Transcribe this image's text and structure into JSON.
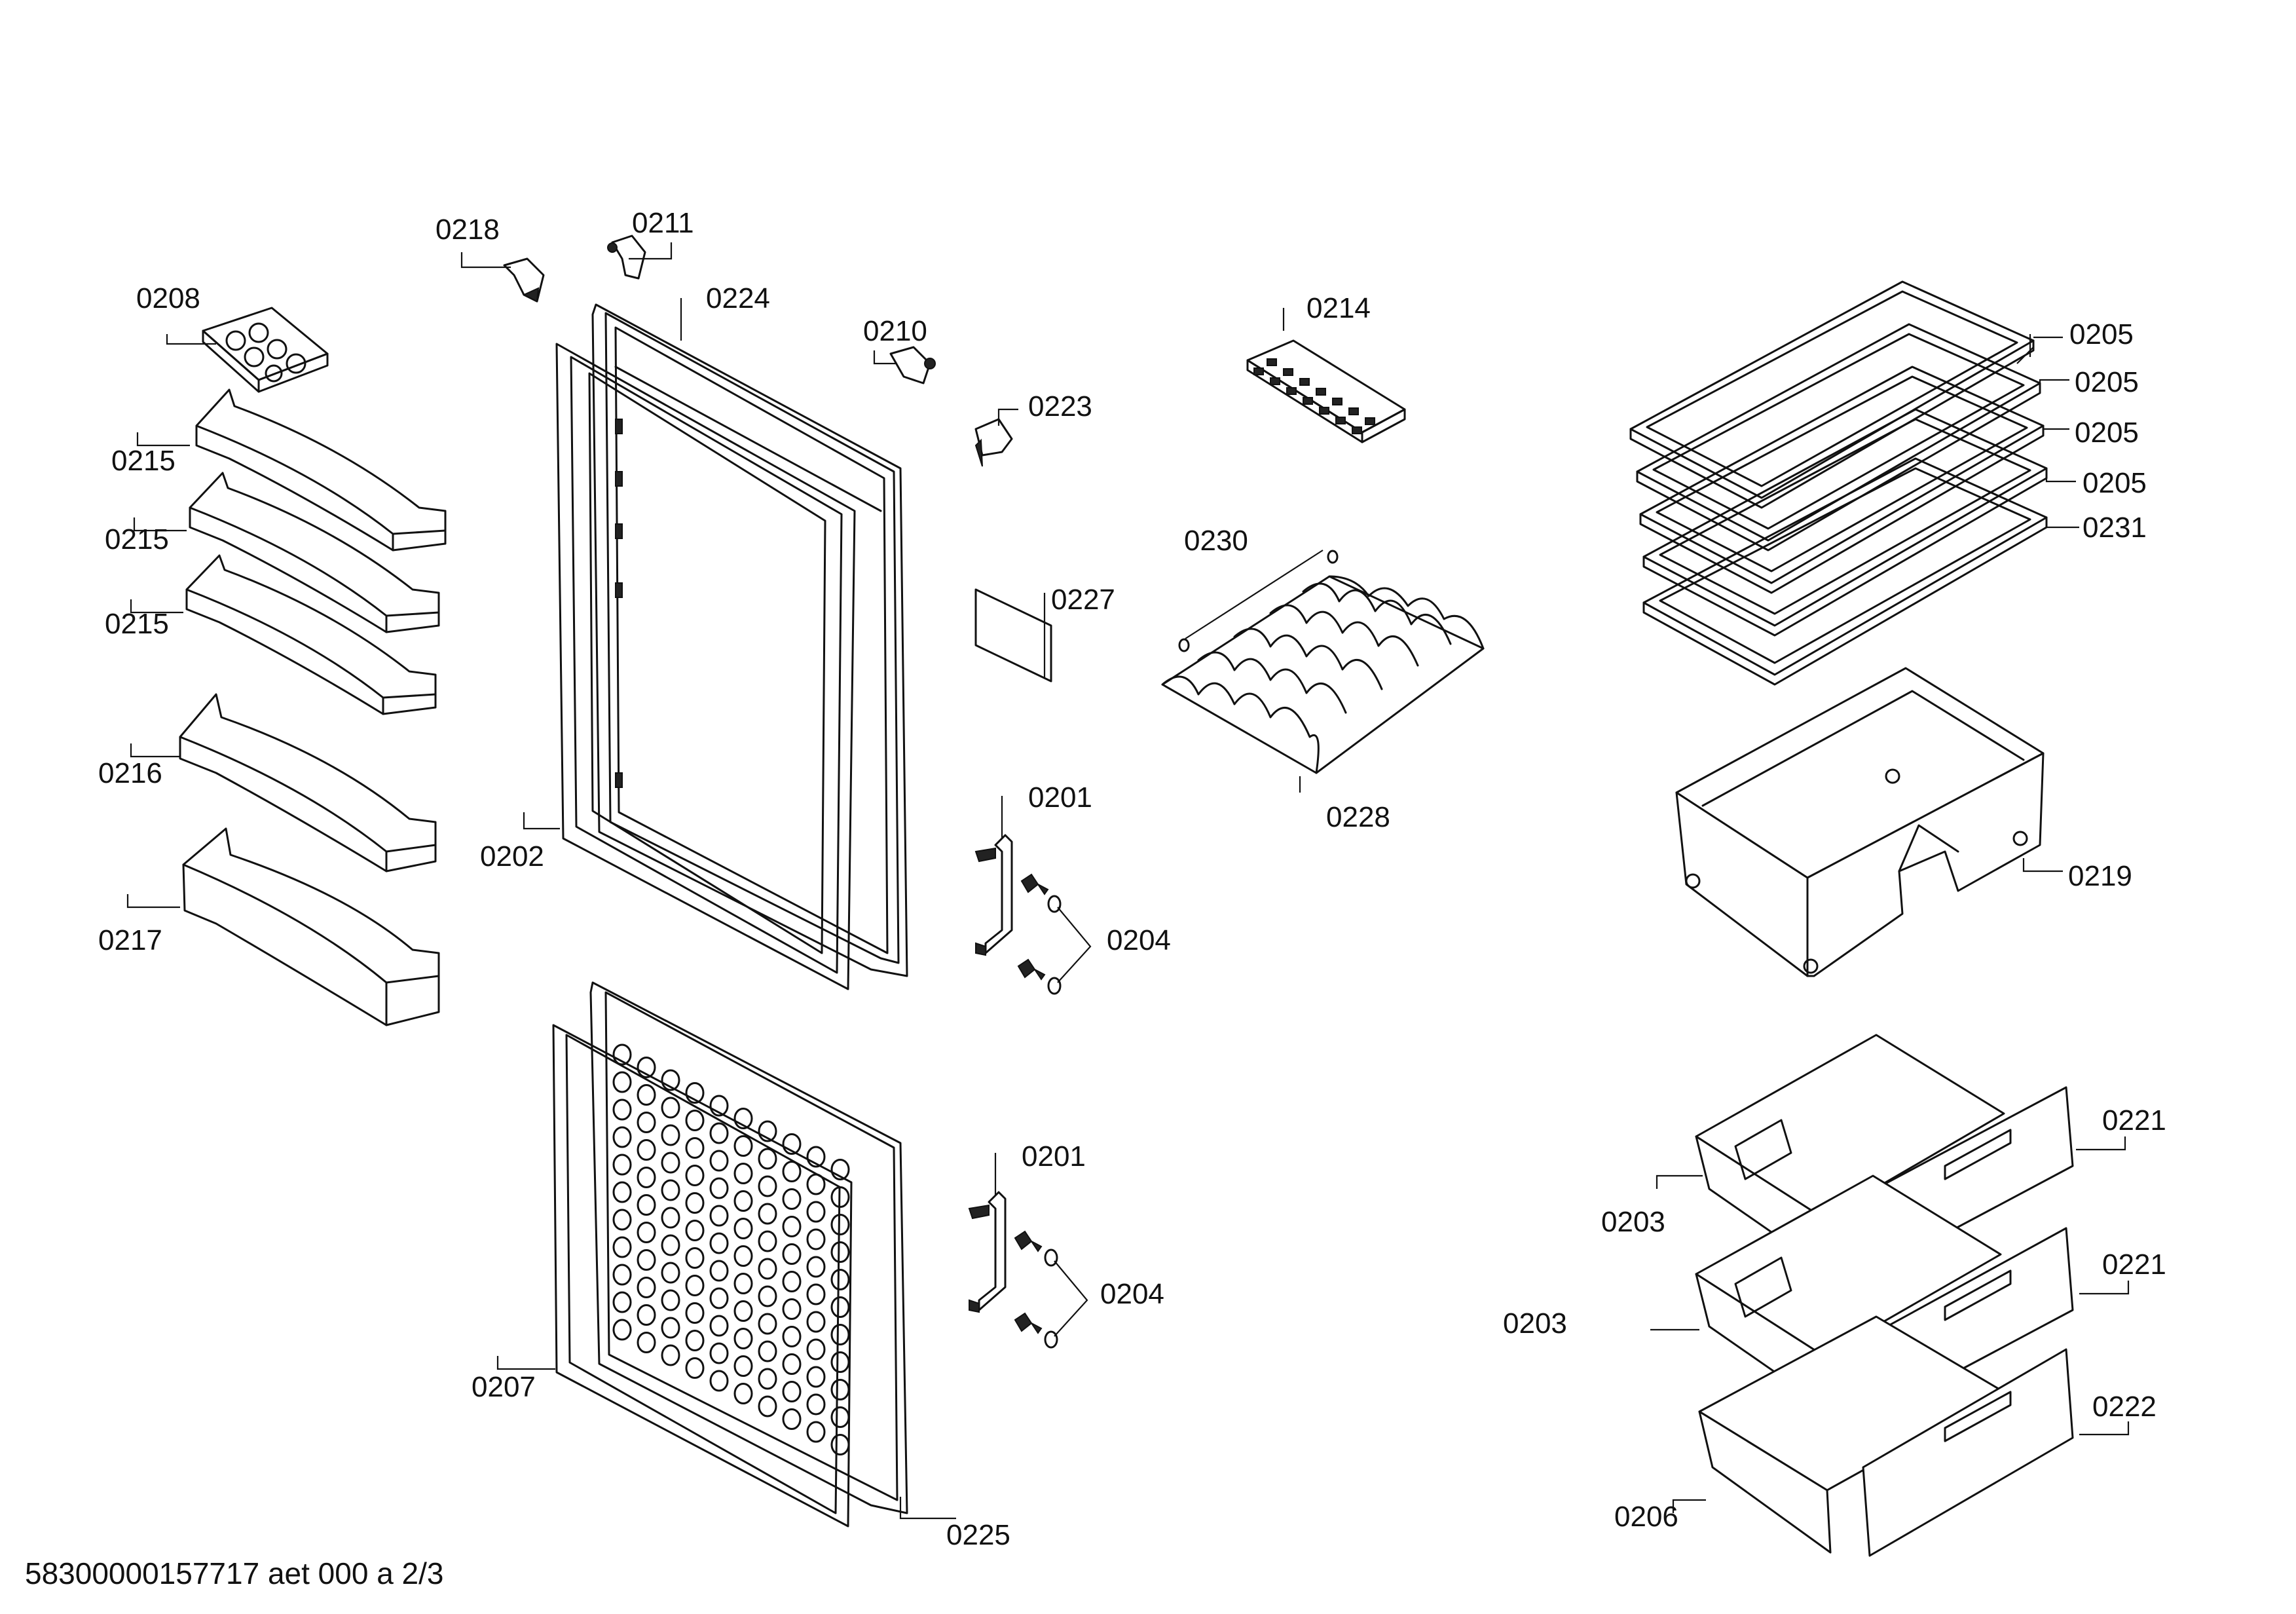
{
  "footer": {
    "document_id": "58300000157717 aet 000 a 2/3"
  },
  "callouts": {
    "c0208": "0208",
    "c0218": "0218",
    "c0211": "0211",
    "c0224": "0224",
    "c0210": "0210",
    "c0223": "0223",
    "c0214": "0214",
    "c0205a": "0205",
    "c0205b": "0205",
    "c0205c": "0205",
    "c0205d": "0205",
    "c0231": "0231",
    "c0215a": "0215",
    "c0215b": "0215",
    "c0215c": "0215",
    "c0216": "0216",
    "c0217": "0217",
    "c0202": "0202",
    "c0227": "0227",
    "c0230": "0230",
    "c0228": "0228",
    "c0201a": "0201",
    "c0204a": "0204",
    "c0219": "0219",
    "c0201b": "0201",
    "c0204b": "0204",
    "c0207": "0207",
    "c0225": "0225",
    "c0221a": "0221",
    "c0221b": "0221",
    "c0203a": "0203",
    "c0203b": "0203",
    "c0222": "0222",
    "c0206": "0206"
  }
}
